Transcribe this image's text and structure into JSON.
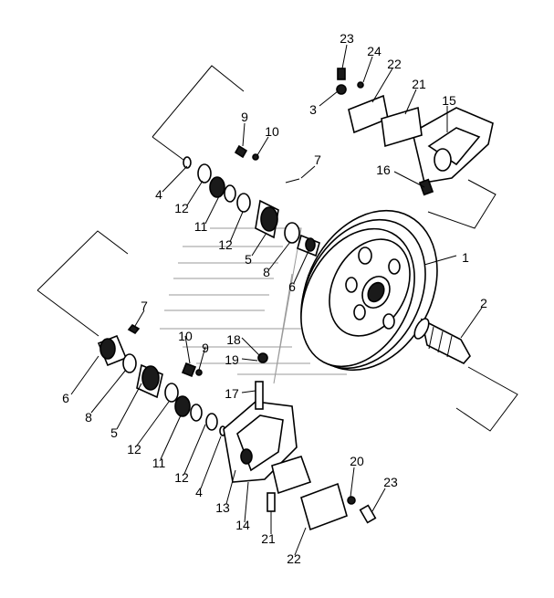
{
  "diagram": {
    "type": "exploded-parts-diagram",
    "line_color": "#000000",
    "background": "#ffffff",
    "callouts": [
      {
        "id": "23a",
        "text": "23"
      },
      {
        "id": "24",
        "text": "24"
      },
      {
        "id": "22a",
        "text": "22"
      },
      {
        "id": "3",
        "text": "3"
      },
      {
        "id": "21a",
        "text": "21"
      },
      {
        "id": "15",
        "text": "15"
      },
      {
        "id": "9a",
        "text": "9"
      },
      {
        "id": "10a",
        "text": "10"
      },
      {
        "id": "7a",
        "text": "7"
      },
      {
        "id": "16",
        "text": "16"
      },
      {
        "id": "4a",
        "text": "4"
      },
      {
        "id": "12a",
        "text": "12"
      },
      {
        "id": "11a",
        "text": "11"
      },
      {
        "id": "12b",
        "text": "12"
      },
      {
        "id": "5a",
        "text": "5"
      },
      {
        "id": "8a",
        "text": "8"
      },
      {
        "id": "1",
        "text": "1"
      },
      {
        "id": "6a",
        "text": "6"
      },
      {
        "id": "2",
        "text": "2"
      },
      {
        "id": "7b",
        "text": "7"
      },
      {
        "id": "10b",
        "text": "10"
      },
      {
        "id": "9b",
        "text": "9"
      },
      {
        "id": "18",
        "text": "18"
      },
      {
        "id": "19",
        "text": "19"
      },
      {
        "id": "6b",
        "text": "6"
      },
      {
        "id": "17",
        "text": "17"
      },
      {
        "id": "8b",
        "text": "8"
      },
      {
        "id": "5b",
        "text": "5"
      },
      {
        "id": "12c",
        "text": "12"
      },
      {
        "id": "11b",
        "text": "11"
      },
      {
        "id": "12d",
        "text": "12"
      },
      {
        "id": "4b",
        "text": "4"
      },
      {
        "id": "13",
        "text": "13"
      },
      {
        "id": "14",
        "text": "14"
      },
      {
        "id": "20",
        "text": "20"
      },
      {
        "id": "23b",
        "text": "23"
      },
      {
        "id": "21b",
        "text": "21"
      },
      {
        "id": "22b",
        "text": "22"
      }
    ]
  }
}
